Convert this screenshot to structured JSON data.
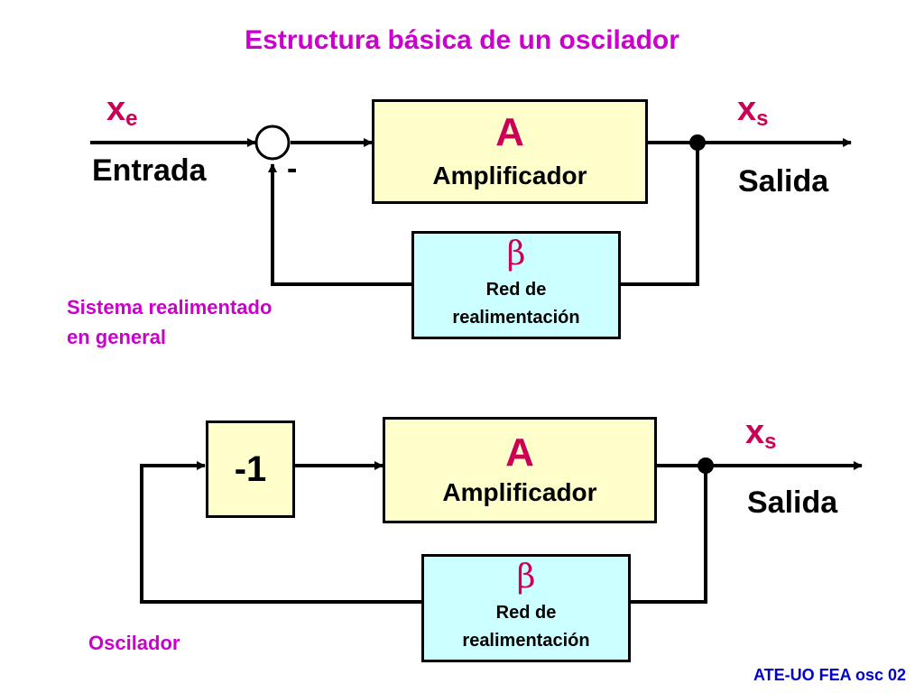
{
  "title": "Estructura básica de un oscilador",
  "top": {
    "input_var": {
      "main": "x",
      "sub": "e"
    },
    "output_var": {
      "main": "x",
      "sub": "s"
    },
    "input_label": "Entrada",
    "output_label": "Salida",
    "minus_sign": "-",
    "amplifier": {
      "symbol": "A",
      "label": "Amplificador"
    },
    "feedback": {
      "symbol": "β",
      "label_line1": "Red de",
      "label_line2": "realimentación"
    },
    "caption_line1": "Sistema realimentado",
    "caption_line2": "en general"
  },
  "bottom": {
    "output_var": {
      "main": "x",
      "sub": "s"
    },
    "output_label": "Salida",
    "inverter": "-1",
    "amplifier": {
      "symbol": "A",
      "label": "Amplificador"
    },
    "feedback": {
      "symbol": "β",
      "label_line1": "Red de",
      "label_line2": "realimentación"
    },
    "caption": "Oscilador"
  },
  "footer": "ATE-UO FEA osc 02"
}
